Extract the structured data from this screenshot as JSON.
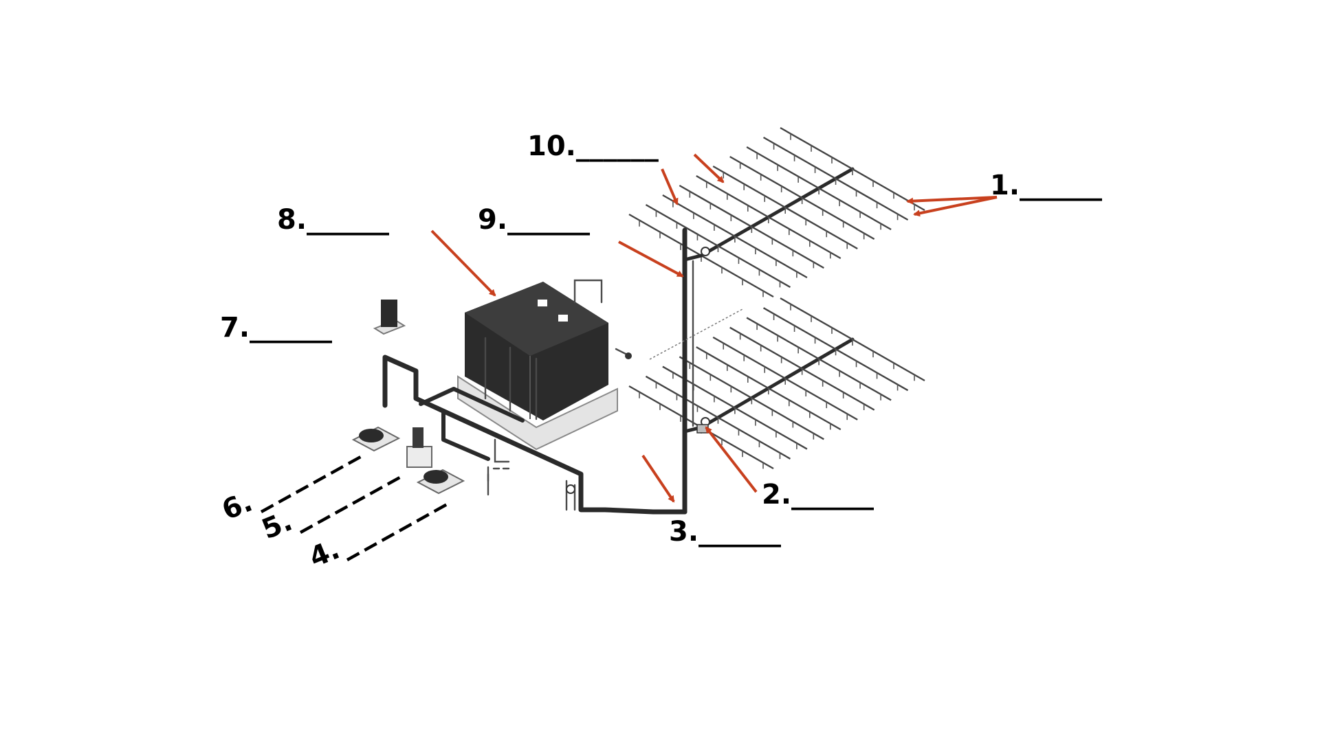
{
  "labels": [
    {
      "id": "1",
      "text": "1.______"
    },
    {
      "id": "2",
      "text": "2.______"
    },
    {
      "id": "3",
      "text": "3.______"
    },
    {
      "id": "4",
      "text": "4."
    },
    {
      "id": "5",
      "text": "5."
    },
    {
      "id": "6",
      "text": "6."
    },
    {
      "id": "7",
      "text": "7.______"
    },
    {
      "id": "8",
      "text": "8.______"
    },
    {
      "id": "9",
      "text": "9.______"
    },
    {
      "id": "10",
      "text": "10.______"
    }
  ],
  "colors": {
    "arrow": "#c8401e",
    "pipe": "#2a2a2a",
    "tank": "#2b2b2b",
    "base": "#e4e4e4",
    "background": "#ffffff"
  }
}
